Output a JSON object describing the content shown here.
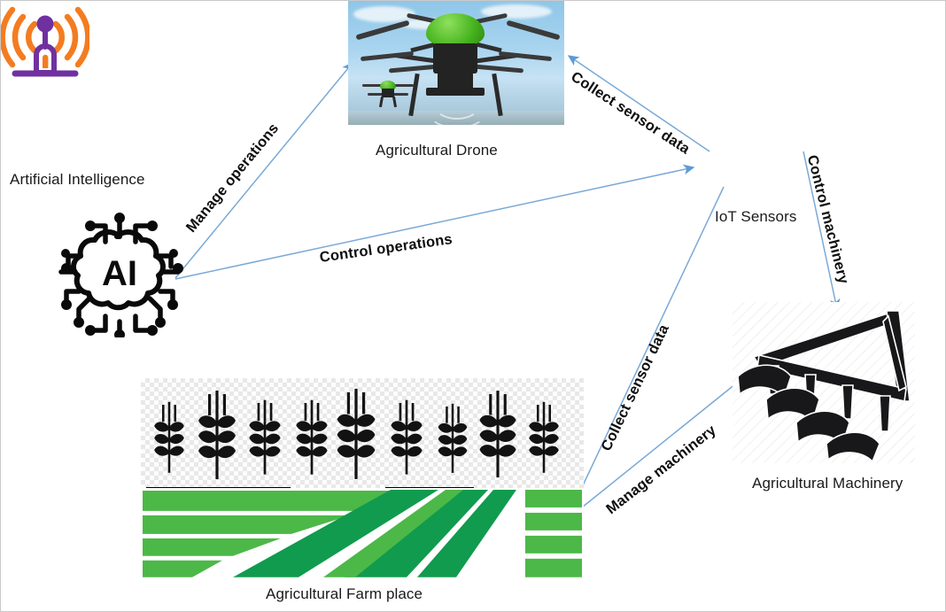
{
  "diagram": {
    "title": "AI, IoT and agricultural systems interaction diagram",
    "accent_arrow_color": "#5b9bd5",
    "border_color": "#c9c9c9"
  },
  "nodes": [
    {
      "id": "ai",
      "label": "Artificial Intelligence",
      "icon": "ai-brain-circuit-icon"
    },
    {
      "id": "drone",
      "label": "Agricultural Drone",
      "icon": "drone-photo"
    },
    {
      "id": "iot",
      "label": "IoT Sensors",
      "icon": "iot-antenna-signal-icon",
      "colors": {
        "waves": "#f47c20",
        "mast": "#7031a0"
      }
    },
    {
      "id": "machinery",
      "label": "Agricultural Machinery",
      "icon": "plough-silhouette"
    },
    {
      "id": "farm",
      "label": "Agricultural Farm place",
      "icon": "farm-field-crops",
      "colors": {
        "field_light": "#4cb848",
        "field_dark": "#109b4e",
        "crops": "#121212"
      }
    }
  ],
  "edges": [
    {
      "id": "ai-drone",
      "label": "Manage operations",
      "from": "ai",
      "to": "drone"
    },
    {
      "id": "ai-iot",
      "label": "Control operations",
      "from": "ai",
      "to": "iot"
    },
    {
      "id": "drone-iot",
      "label": "Collect sensor data",
      "from": "iot",
      "to": "drone"
    },
    {
      "id": "iot-machinery",
      "label": "Control machinery",
      "from": "iot",
      "to": "machinery"
    },
    {
      "id": "farm-iot",
      "label": "Collect sensor data",
      "from": "farm",
      "to": "iot"
    },
    {
      "id": "machinery-farm",
      "label": "Manage machinery",
      "from": "machinery",
      "to": "farm"
    }
  ],
  "ai_icon": {
    "text": "AI"
  }
}
